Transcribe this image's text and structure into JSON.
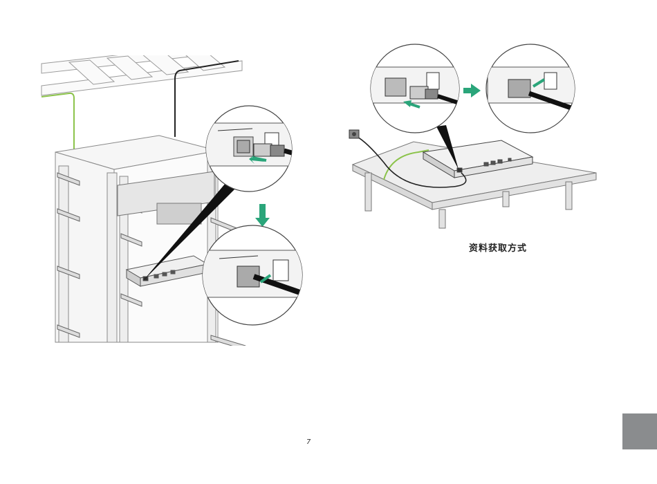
{
  "caption": "资料获取方式",
  "page_number": "7",
  "colors": {
    "arrow_green": "#2aa57a",
    "ground_wire": "#8bc34a",
    "section_tab": "#8a8c8e"
  },
  "figures": [
    {
      "name": "rack-installation-figure",
      "items": [
        "rack",
        "cable-tray",
        "ground-wire",
        "power-cord",
        "zoom-before",
        "down-arrow",
        "zoom-after"
      ]
    },
    {
      "name": "desk-installation-figure",
      "items": [
        "table",
        "device",
        "power-plug",
        "zoom-before",
        "right-arrow",
        "zoom-after"
      ]
    }
  ]
}
